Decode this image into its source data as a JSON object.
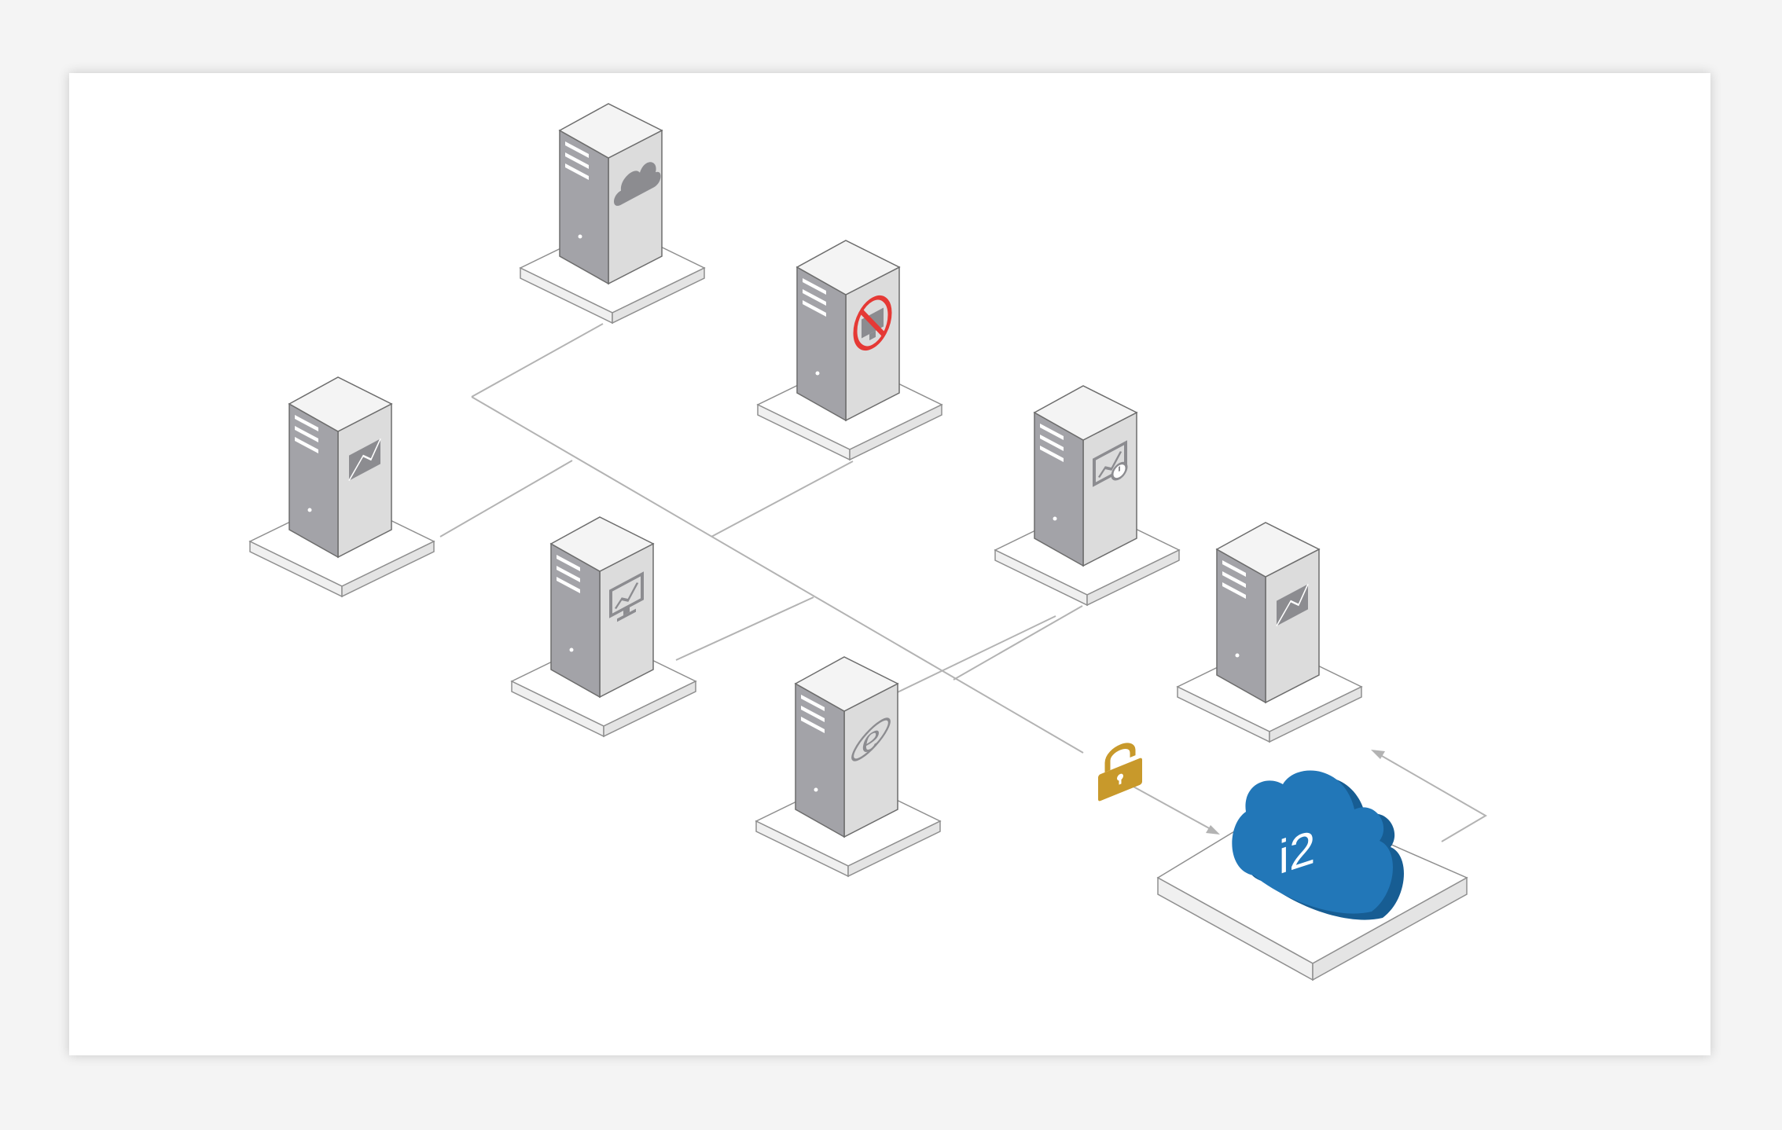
{
  "colors": {
    "background": "#ffffff",
    "frame": "#ffffff",
    "connector": "#b3b3b3",
    "server_front": "#a3a3a8",
    "server_side": "#dcdcdc",
    "server_top": "#f4f4f4",
    "server_outline": "#6d6d6d",
    "glyph": "#8c8c90",
    "cloud": "#2277b8",
    "cloud_shade": "#175d93",
    "lock": "#c8992b",
    "blocked": "#e53935"
  },
  "servers": [
    {
      "id": "cloud-server",
      "icon": "cloud-icon"
    },
    {
      "id": "blocked-server",
      "icon": "blocked-monitor-icon"
    },
    {
      "id": "mail-server-left",
      "icon": "mail-icon"
    },
    {
      "id": "analytics-server",
      "icon": "chart-clock-icon"
    },
    {
      "id": "monitor-server",
      "icon": "monitor-chart-icon"
    },
    {
      "id": "mail-server-right",
      "icon": "mail-icon"
    },
    {
      "id": "web-server",
      "icon": "browser-e-icon"
    }
  ],
  "cloud_node": {
    "label": "i2",
    "icon": "cloud-icon"
  },
  "lock": {
    "icon": "padlock-icon"
  }
}
